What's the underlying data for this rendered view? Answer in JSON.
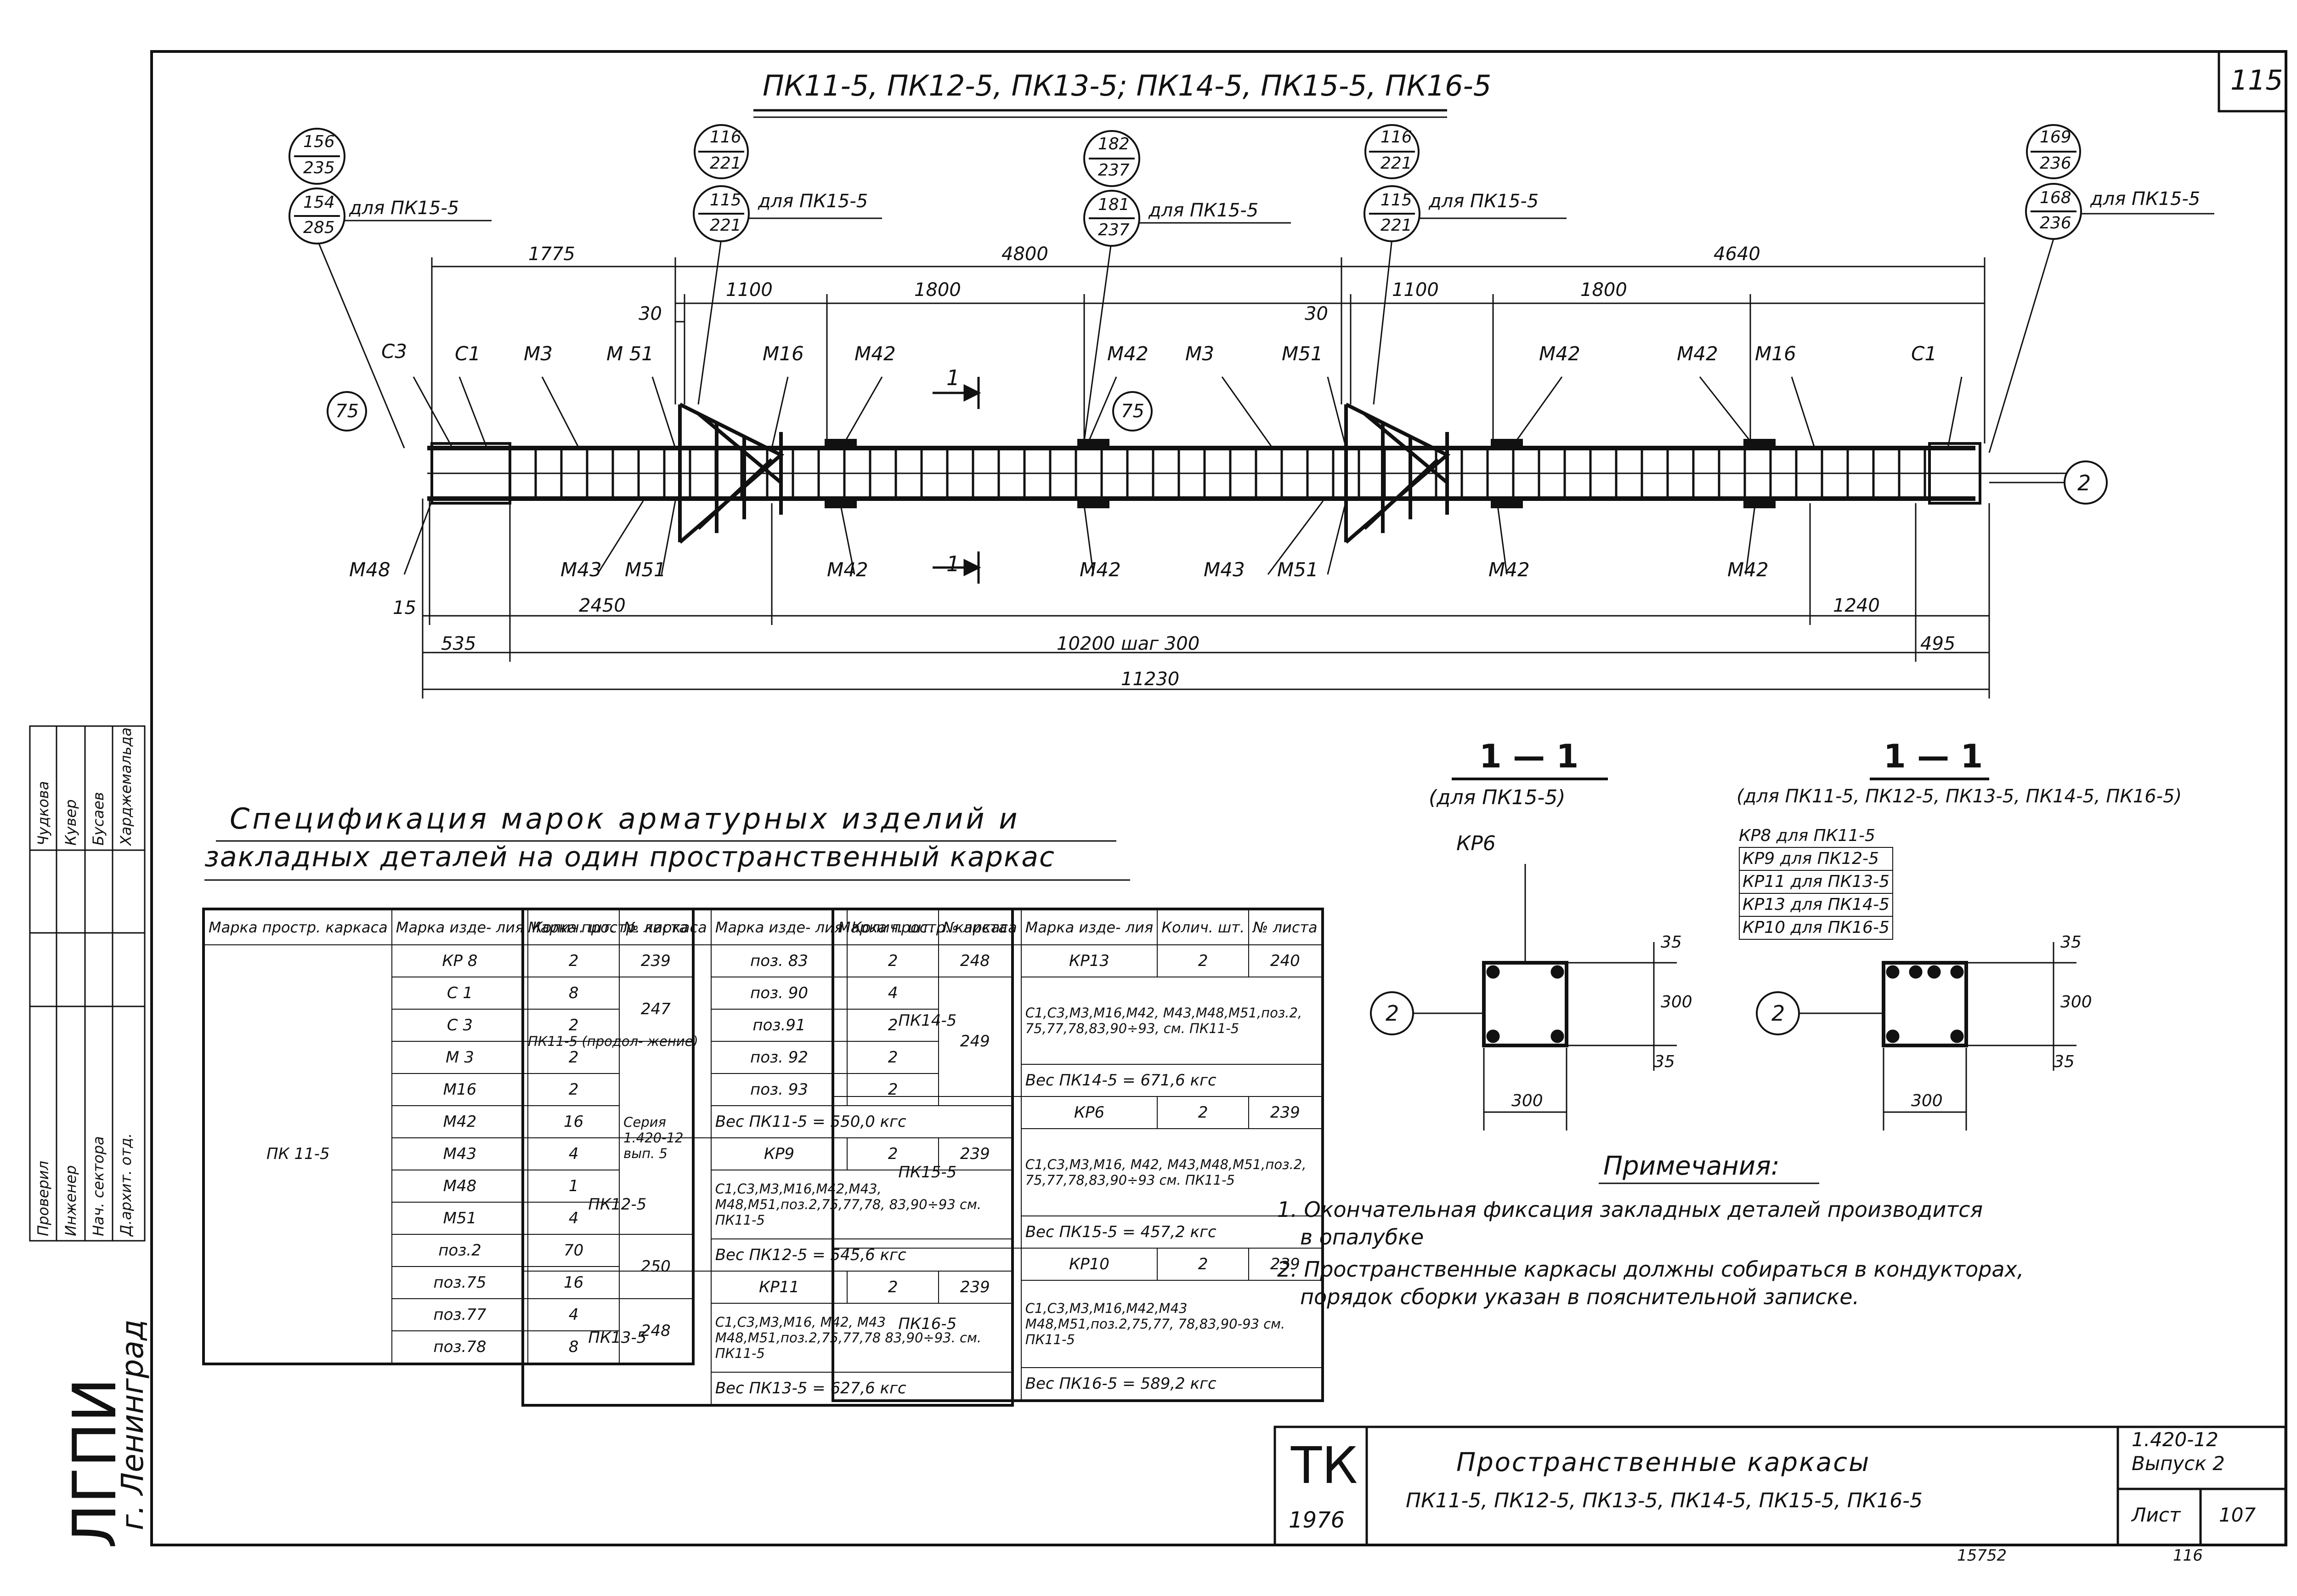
{
  "sheet_number": "115",
  "main_title": "ПК11-5, ПК12-5, ПК13-5; ПК14-5, ПК15-5, ПК16-5",
  "callouts": [
    {
      "top": "156",
      "bottom": "235"
    },
    {
      "top": "154",
      "bottom": "285",
      "note": "для ПК15-5"
    },
    {
      "top": "116",
      "bottom": "221"
    },
    {
      "top": "115",
      "bottom": "221",
      "note": "для ПК15-5"
    },
    {
      "top": "182",
      "bottom": "237"
    },
    {
      "top": "181",
      "bottom": "237",
      "note": "для ПК15-5"
    },
    {
      "top": "116",
      "bottom": "221"
    },
    {
      "top": "115",
      "bottom": "221",
      "note": "для ПК15-5"
    },
    {
      "top": "169",
      "bottom": "236"
    },
    {
      "top": "168",
      "bottom": "236",
      "note": "для ПК15-5"
    }
  ],
  "markers": {
    "m75": "75",
    "axis2": "2"
  },
  "dims_top": {
    "d1775": "1775",
    "d4800": "4800",
    "d4640": "4640",
    "d1100a": "1100",
    "d1800a": "1800",
    "d1100b": "1100",
    "d1800b": "1800",
    "d30a": "30",
    "d30b": "30"
  },
  "dims_bottom": {
    "d15": "15",
    "d2450": "2450",
    "d1240": "1240",
    "d535": "535",
    "d10200": "10200 шаг 300",
    "d495": "495",
    "d11230": "11230"
  },
  "element_labels": {
    "c3": "С3",
    "c1a": "С1",
    "m3a": "М3",
    "m51a": "М 51",
    "m16a": "М16",
    "m42a": "М42",
    "m42b": "М42",
    "m3b": "М3",
    "m51b": "М51",
    "m42c": "М42",
    "m42d": "М42",
    "m16b": "М16",
    "c1b": "С1",
    "m48": "М48",
    "m43a": "М43",
    "m51c": "М51",
    "m42e": "М42",
    "m42f": "М42",
    "m43b": "М43",
    "m51d": "М51",
    "m42g": "М42",
    "m42h": "М42",
    "section_mark": "1"
  },
  "spec_title_1": "Спецификация марок арматурных изделий и",
  "spec_title_2": "закладных деталей на один пространственный каркас",
  "table_headers": {
    "col1": "Марка простр. каркаса",
    "col2": "Марка изде- лия",
    "col3": "Колич. шт.",
    "col4": "№ листа"
  },
  "table1": {
    "frame": "ПК 11-5",
    "rows": [
      {
        "mark": "КР 8",
        "qty": "2",
        "sheet": "239"
      },
      {
        "mark": "С 1",
        "qty": "8",
        "sheet": "247"
      },
      {
        "mark": "С 3",
        "qty": "2",
        "sheet": ""
      },
      {
        "mark": "М 3",
        "qty": "2",
        "sheet": ""
      },
      {
        "mark": "М16",
        "qty": "2",
        "sheet": "Серия 1.420-12 вып. 5"
      },
      {
        "mark": "М42",
        "qty": "16",
        "sheet": ""
      },
      {
        "mark": "М43",
        "qty": "4",
        "sheet": ""
      },
      {
        "mark": "М48",
        "qty": "1",
        "sheet": ""
      },
      {
        "mark": "М51",
        "qty": "4",
        "sheet": ""
      },
      {
        "mark": "поз.2",
        "qty": "70",
        "sheet": "250"
      },
      {
        "mark": "поз.75",
        "qty": "16",
        "sheet": ""
      },
      {
        "mark": "поз.77",
        "qty": "4",
        "sheet": "248"
      },
      {
        "mark": "поз.78",
        "qty": "8",
        "sheet": ""
      }
    ]
  },
  "table2": {
    "pk11_label": "ПК11-5 (продол- жение)",
    "pk11_rows": [
      {
        "mark": "поз. 83",
        "qty": "2",
        "sheet": "248"
      },
      {
        "mark": "поз. 90",
        "qty": "4",
        "sheet": ""
      },
      {
        "mark": "поз.91",
        "qty": "2",
        "sheet": "249"
      },
      {
        "mark": "поз. 92",
        "qty": "2",
        "sheet": ""
      },
      {
        "mark": "поз. 93",
        "qty": "2",
        "sheet": ""
      }
    ],
    "pk11_weight": "Вес ПК11-5 = 550,0 кгс",
    "pk12_label": "ПК12-5",
    "pk12_row": {
      "mark": "КР9",
      "qty": "2",
      "sheet": "239"
    },
    "pk12_list": "С1,С3,М3,М16,М42,М43, М48,М51,поз.2,75,77,78, 83,90÷93 см. ПК11-5",
    "pk12_weight": "Вес ПК12-5 = 545,6 кгс",
    "pk13_label": "ПК13-5",
    "pk13_row": {
      "mark": "КР11",
      "qty": "2",
      "sheet": "239"
    },
    "pk13_list": "С1,С3,М3,М16, М42, М43 М48,М51,поз.2,75,77,78 83,90÷93. см. ПК11-5",
    "pk13_weight": "Вес ПК13-5 = 627,6 кгс"
  },
  "table3": {
    "pk14_label": "ПК14-5",
    "pk14_row": {
      "mark": "КР13",
      "qty": "2",
      "sheet": "240"
    },
    "pk14_list": "С1,С3,М3,М16,М42, М43,М48,М51,поз.2, 75,77,78,83,90÷93, см. ПК11-5",
    "pk14_weight": "Вес ПК14-5 = 671,6 кгс",
    "pk15_label": "ПК15-5",
    "pk15_row": {
      "mark": "КР6",
      "qty": "2",
      "sheet": "239"
    },
    "pk15_list": "С1,С3,М3,М16, М42, М43,М48,М51,поз.2, 75,77,78,83,90÷93 см. ПК11-5",
    "pk15_weight": "Вес ПК15-5 = 457,2 кгс",
    "pk16_label": "ПК16-5",
    "pk16_row": {
      "mark": "КР10",
      "qty": "2",
      "sheet": "239"
    },
    "pk16_list": "С1,С3,М3,М16,М42,М43 М48,М51,поз.2,75,77, 78,83,90-93 см. ПК11-5",
    "pk16_weight": "Вес ПК16-5 = 589,2 кгс"
  },
  "section_a": {
    "title": "1 — 1",
    "sub": "(для ПК15-5)",
    "kr": "КР6",
    "d35a": "35",
    "d300v": "300",
    "d35b": "35",
    "d300h": "300",
    "axis": "2"
  },
  "section_b": {
    "title": "1 — 1",
    "sub": "(для ПК11-5, ПК12-5, ПК13-5, ПК14-5, ПК16-5)",
    "kr_list": [
      "КР8 для ПК11-5",
      "КР9 для ПК12-5",
      "КР11 для ПК13-5",
      "КР13 для ПК14-5",
      "КР10 для ПК16-5"
    ],
    "d35a": "35",
    "d300v": "300",
    "d35b": "35",
    "d300h": "300",
    "axis": "2"
  },
  "notes_title": "Примечания:",
  "notes": [
    "1. Окончательная фиксация закладных деталей производится",
    "в опалубке",
    "2. Пространственные каркасы должны собираться в кондукторах,",
    "порядок сборки указан в пояснительной записке."
  ],
  "title_block": {
    "logo": "ТК",
    "year": "1976",
    "title": "Пространственные каркасы",
    "subtitle": "ПК11-5, ПК12-5, ПК13-5, ПК14-5, ПК15-5, ПК16-5",
    "series": "1.420-12",
    "issue": "Выпуск 2",
    "sheet_label": "Лист",
    "sheet": "107"
  },
  "bottom_marks": {
    "left": "15752",
    "right": "116"
  },
  "side_stamp": {
    "rows": [
      {
        "role": "Д.архит. отд.",
        "name": "Харджемальда"
      },
      {
        "role": "Нач. сектора",
        "name": "Бусаев"
      },
      {
        "role": "Инженер",
        "name": "Кувер"
      },
      {
        "role": "Проверил",
        "name": "Чудкова"
      }
    ],
    "org": "ЛГПИ",
    "city": "г. Ленинград"
  }
}
